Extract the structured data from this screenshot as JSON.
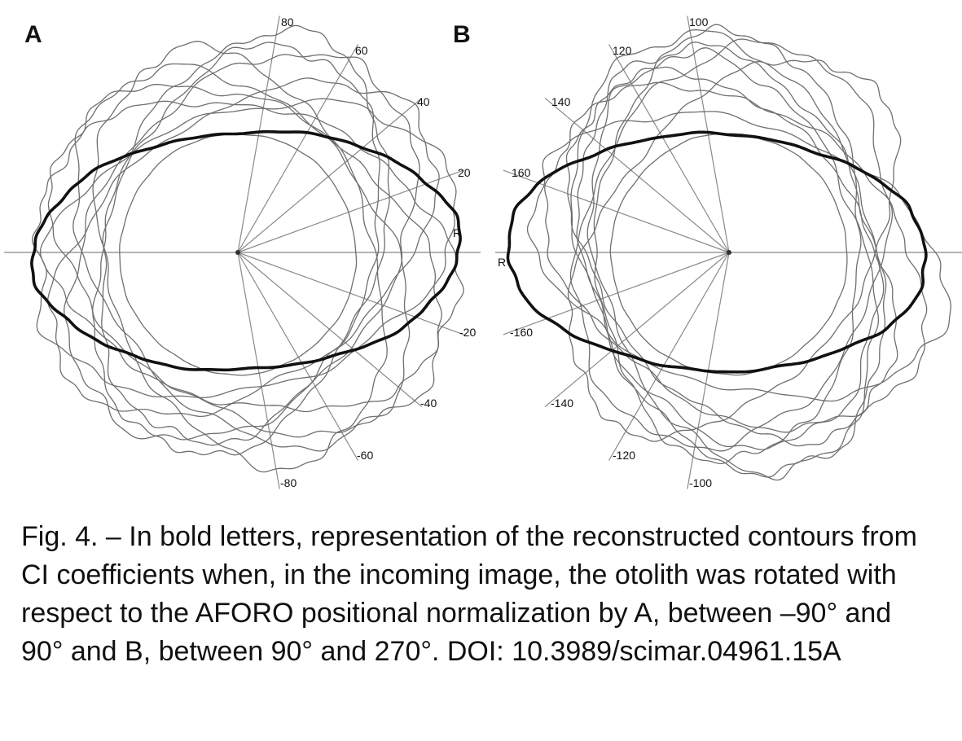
{
  "figure": {
    "panels": [
      {
        "letter": "A",
        "angle_labels": [
          "80",
          "60",
          "40",
          "20",
          "-20",
          "-40",
          "-60",
          "-80"
        ],
        "r_label": "R"
      },
      {
        "letter": "B",
        "angle_labels": [
          "100",
          "120",
          "140",
          "160",
          "-160",
          "-140",
          "-120",
          "-100"
        ],
        "r_label": "R"
      }
    ]
  },
  "caption": "Fig. 4. – In bold letters, representation of the reconstructed contours from CI coefficients when, in the incoming image, the otolith was rotated with respect to the AFORO positional normalization by A, between –90° and 90° and B, between 90° and 270°. DOI: 10.3989/scimar.04961.15A"
}
